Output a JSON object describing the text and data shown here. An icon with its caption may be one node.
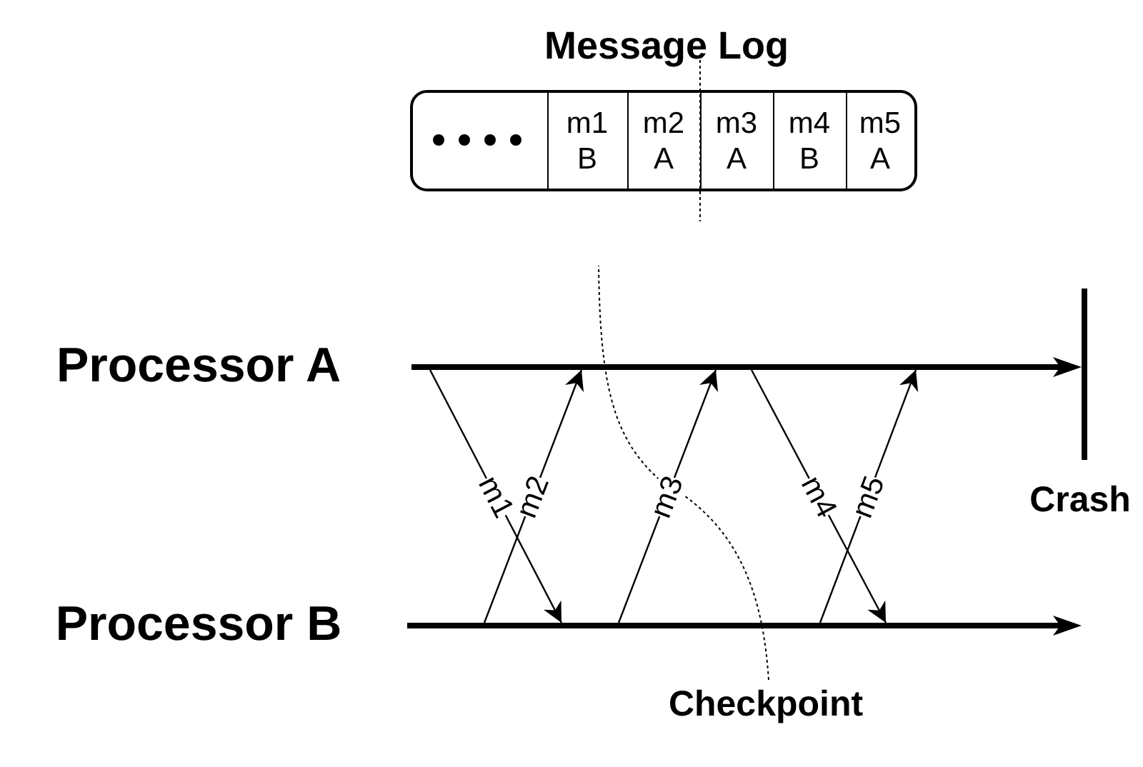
{
  "diagram": {
    "nodes": [
      {
        "text": [
          "Message Log"
        ]
      },
      {
        "text": [
          "m1",
          "B"
        ],
        "in": 0
      },
      {
        "text": [
          "m2",
          "A"
        ],
        "in": 0
      },
      {
        "text": [
          "m3",
          "A"
        ],
        "in": 0
      },
      {
        "text": [
          "m4",
          "B"
        ],
        "in": 0
      },
      {
        "text": [
          "m5",
          "A"
        ],
        "in": 0
      },
      {
        "text": [
          "Processor A"
        ]
      },
      {
        "text": [
          "Processor B"
        ]
      },
      {
        "text": [],
        "shape": "bar"
      },
      {
        "text": [],
        "shape": "bar"
      },
      {
        "text": [
          "Crash"
        ]
      },
      {
        "text": [
          "Checkpoint"
        ]
      }
    ],
    "edges": [
      {
        "from": 8,
        "to": 9,
        "arrow": "to",
        "label": "m1"
      },
      {
        "from": 9,
        "to": 8,
        "arrow": "to",
        "label": "m2"
      },
      {
        "from": 9,
        "to": 8,
        "arrow": "to",
        "label": "m3"
      },
      {
        "from": 8,
        "to": 9,
        "arrow": "to",
        "label": "m4"
      },
      {
        "from": 9,
        "to": 8,
        "arrow": "to",
        "label": "m5"
      },
      {
        "from": 11,
        "to": null,
        "arrow": "none",
        "style": "dashed"
      }
    ]
  }
}
